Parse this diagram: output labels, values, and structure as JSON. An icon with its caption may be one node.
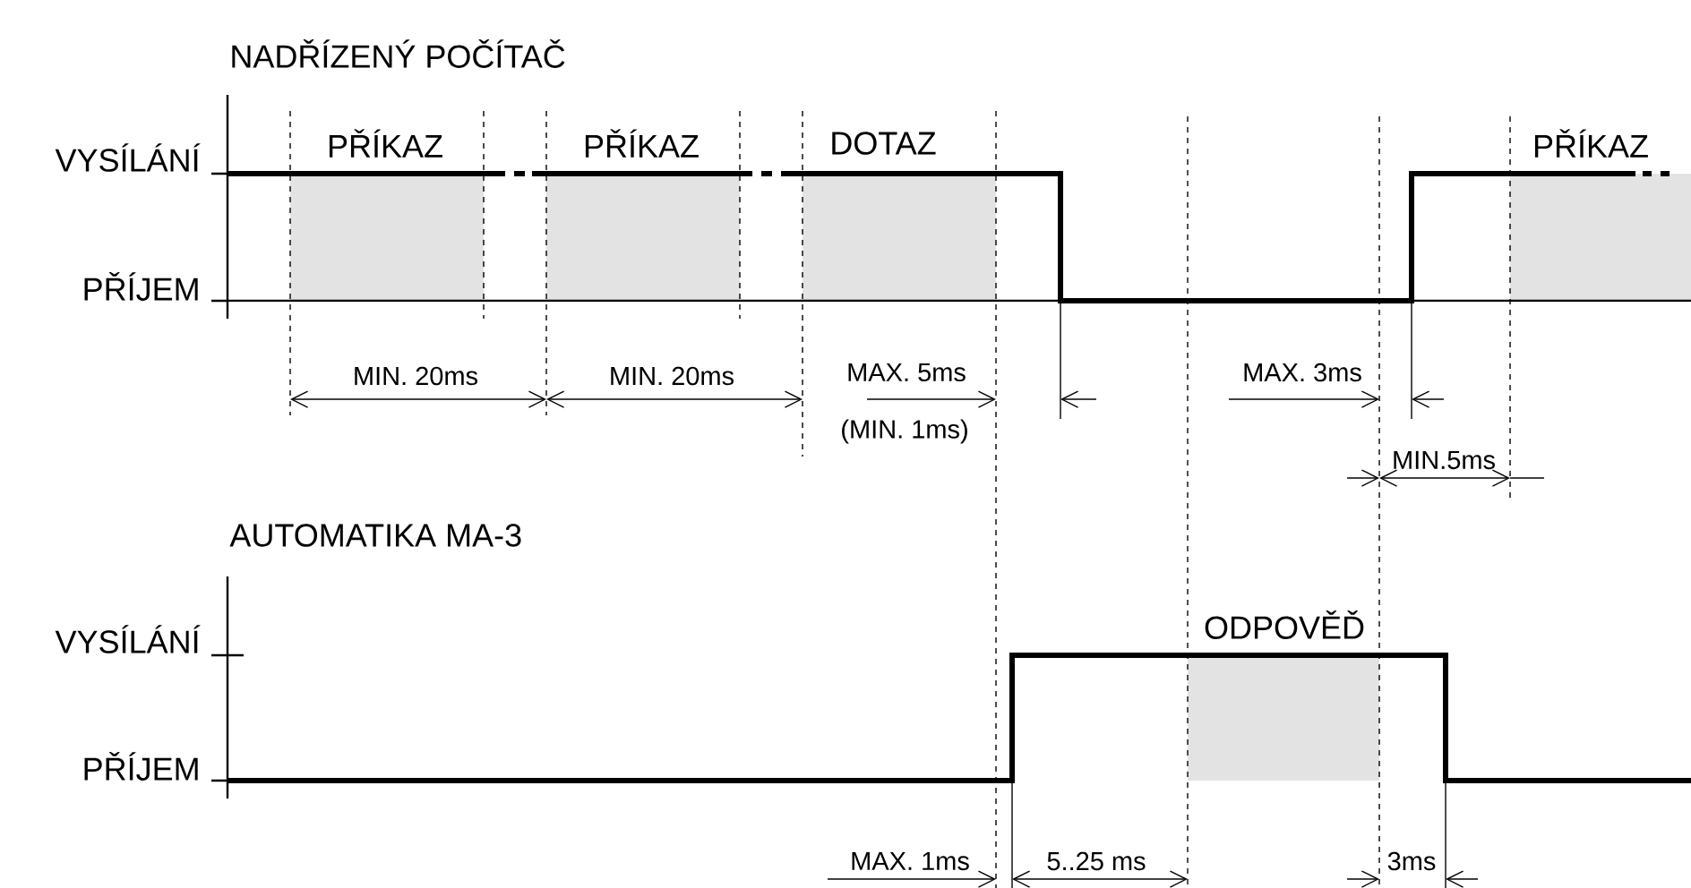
{
  "diagram": {
    "labels": [
      "NADŘÍZENÝ POČÍTAČ",
      "VYSÍLÁNÍ",
      "PŘÍKAZ",
      "PŘÍKAZ",
      "DOTAZ",
      "PŘÍKAZ",
      "PŘÍJEM",
      "MIN. 20ms",
      "MIN. 20ms",
      "MAX. 5ms",
      "MAX. 3ms",
      "(MIN. 1ms)",
      "MIN.5ms",
      "AUTOMATIKA MA-3",
      "VYSÍLÁNÍ",
      "ODPOVĚĎ",
      "PŘÍJEM",
      "MAX. 1ms",
      "5..25 ms",
      "3ms"
    ]
  }
}
